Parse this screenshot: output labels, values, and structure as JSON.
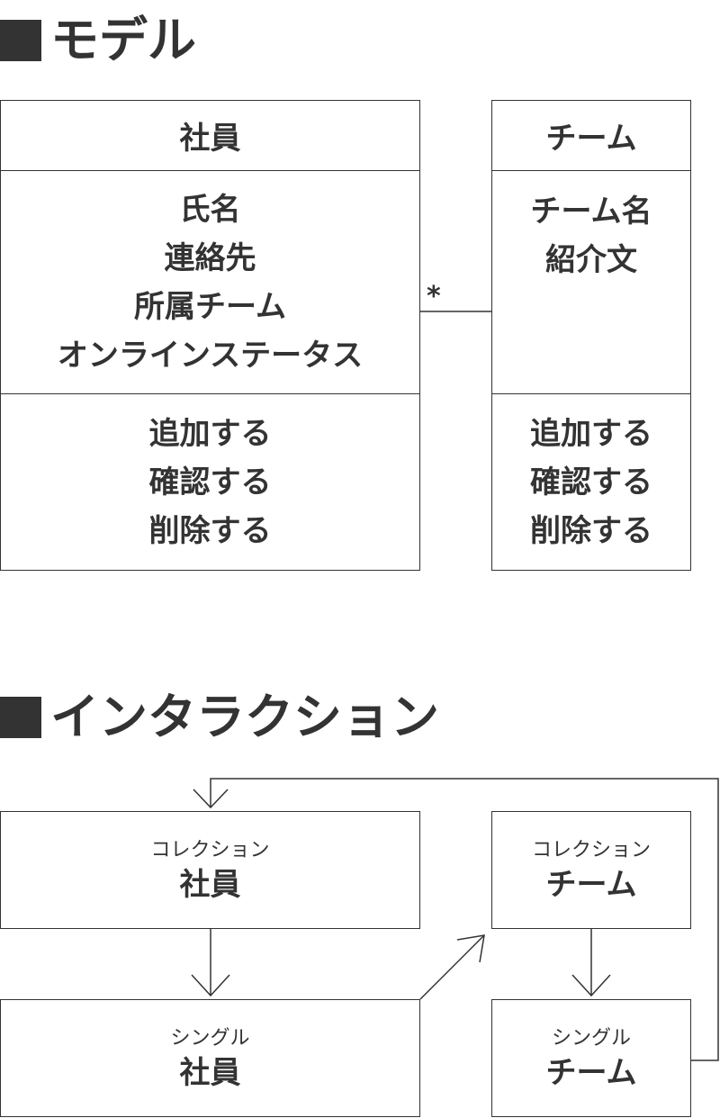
{
  "sections": {
    "model_title": "モデル",
    "interaction_title": "インタラクション"
  },
  "model": {
    "employee": {
      "name": "社員",
      "attributes": [
        "氏名",
        "連絡先",
        "所属チーム",
        "オンラインステータス"
      ],
      "operations": [
        "追加する",
        "確認する",
        "削除する"
      ]
    },
    "team": {
      "name": "チーム",
      "attributes": [
        "チーム名",
        "紹介文"
      ],
      "operations": [
        "追加する",
        "確認する",
        "削除する"
      ]
    },
    "multiplicity": "*"
  },
  "interaction": {
    "employee_collection": {
      "kind": "コレクション",
      "name": "社員"
    },
    "team_collection": {
      "kind": "コレクション",
      "name": "チーム"
    },
    "employee_single": {
      "kind": "シングル",
      "name": "社員"
    },
    "team_single": {
      "kind": "シングル",
      "name": "チーム"
    }
  }
}
